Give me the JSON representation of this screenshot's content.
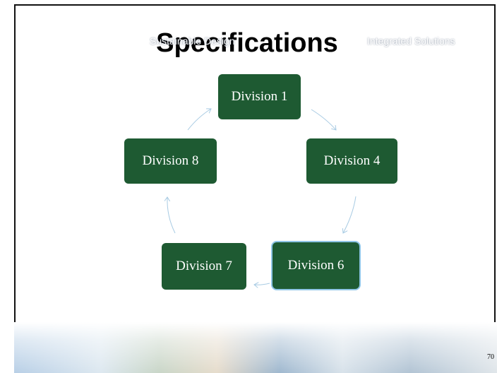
{
  "slide": {
    "title": "Specifications",
    "nodes": {
      "division_1": "Division 1",
      "division_4": "Division 4",
      "division_6": "Division 6",
      "division_7": "Division 7",
      "division_8": "Division 8"
    },
    "footer": {
      "left_text": "Sustainable Design",
      "right_text": "Integrated Solutions"
    },
    "page_number": "70"
  },
  "colors": {
    "node_fill": "#1e5a32",
    "arrow": "#a8cbe3",
    "selected_outline": "#8fc5e6"
  }
}
